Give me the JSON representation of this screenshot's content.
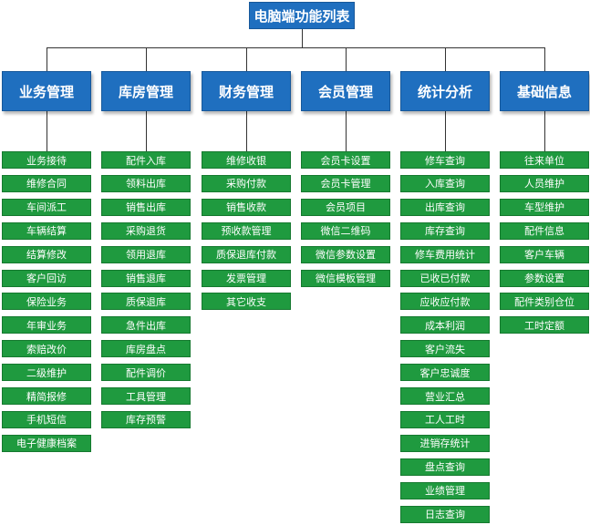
{
  "root": {
    "label": "电脑端功能列表"
  },
  "categories": [
    {
      "label": "业务管理",
      "items": [
        "业务接待",
        "维修合同",
        "车间派工",
        "车辆结算",
        "结算修改",
        "客户回访",
        "保险业务",
        "年审业务",
        "索赔改价",
        "二级维护",
        "精简报修",
        "手机短信",
        "电子健康档案"
      ]
    },
    {
      "label": "库房管理",
      "items": [
        "配件入库",
        "领料出库",
        "销售出库",
        "采购退货",
        "领用退库",
        "销售退库",
        "质保退库",
        "急件出库",
        "库房盘点",
        "配件调价",
        "工具管理",
        "库存预警"
      ]
    },
    {
      "label": "财务管理",
      "items": [
        "维修收银",
        "采购付款",
        "销售收款",
        "预收款管理",
        "质保退库付款",
        "发票管理",
        "其它收支"
      ]
    },
    {
      "label": "会员管理",
      "items": [
        "会员卡设置",
        "会员卡管理",
        "会员项目",
        "微信二维码",
        "微信参数设置",
        "微信模板管理"
      ]
    },
    {
      "label": "统计分析",
      "items": [
        "修车查询",
        "入库查询",
        "出库查询",
        "库存查询",
        "修车费用统计",
        "已收已付款",
        "应收应付款",
        "成本利润",
        "客户流失",
        "客户忠诚度",
        "营业汇总",
        "工人工时",
        "进销存统计",
        "盘点查询",
        "业绩管理",
        "日志查询"
      ]
    },
    {
      "label": "基础信息",
      "items": [
        "往来单位",
        "人员维护",
        "车型维护",
        "配件信息",
        "客户车辆",
        "参数设置",
        "配件类别仓位",
        "工时定额"
      ]
    }
  ],
  "colors": {
    "category_fill": "#1f6fbf",
    "leaf_fill": "#1f9a3f",
    "connector": "#333333"
  }
}
